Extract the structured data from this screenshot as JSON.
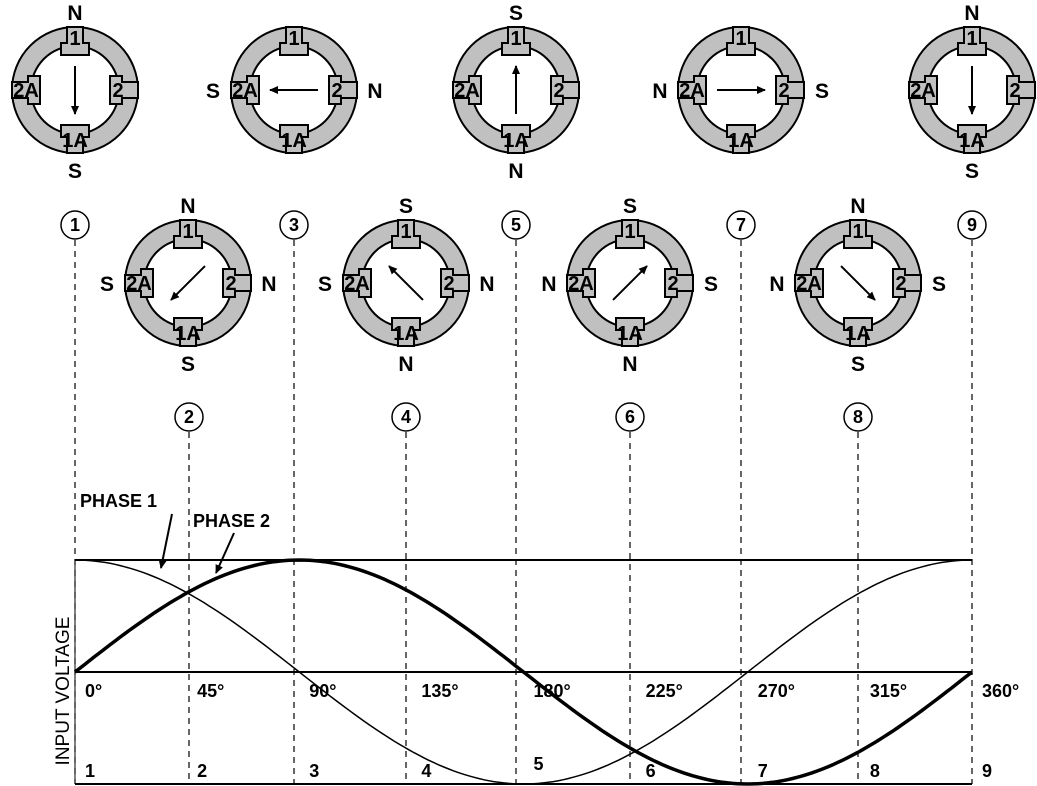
{
  "diagram": {
    "colors": {
      "stator": "#c0c0c0",
      "line": "#000000",
      "background": "#ffffff"
    },
    "coil_labels": {
      "top": "1",
      "bottom": "1A",
      "left": "2A",
      "right": "2"
    },
    "rotors": [
      {
        "step": "1",
        "top": "N",
        "bottom": "S",
        "left": "",
        "right": "",
        "angle_deg": 90
      },
      {
        "step": "2",
        "top": "N",
        "bottom": "S",
        "left": "S",
        "right": "N",
        "angle_deg": 135
      },
      {
        "step": "3",
        "top": "",
        "bottom": "",
        "left": "S",
        "right": "N",
        "angle_deg": 180
      },
      {
        "step": "4",
        "top": "S",
        "bottom": "N",
        "left": "S",
        "right": "N",
        "angle_deg": 225
      },
      {
        "step": "5",
        "top": "S",
        "bottom": "N",
        "left": "",
        "right": "",
        "angle_deg": 270
      },
      {
        "step": "6",
        "top": "S",
        "bottom": "N",
        "left": "N",
        "right": "S",
        "angle_deg": 315
      },
      {
        "step": "7",
        "top": "",
        "bottom": "",
        "left": "N",
        "right": "S",
        "angle_deg": 0
      },
      {
        "step": "8",
        "top": "N",
        "bottom": "S",
        "left": "N",
        "right": "S",
        "angle_deg": 45
      },
      {
        "step": "9",
        "top": "N",
        "bottom": "S",
        "left": "",
        "right": "",
        "angle_deg": 90
      }
    ]
  },
  "chart_data": {
    "type": "line",
    "x": [
      0,
      45,
      90,
      135,
      180,
      225,
      270,
      315,
      360
    ],
    "x_tick_labels": [
      "0°",
      "45°",
      "90°",
      "135°",
      "180°",
      "225°",
      "270°",
      "315°",
      "360°"
    ],
    "step_labels": [
      "1",
      "2",
      "3",
      "4",
      "5",
      "6",
      "7",
      "8",
      "9"
    ],
    "ylabel": "INPUT VOLTAGE",
    "xlim": [
      0,
      360
    ],
    "ylim": [
      -1,
      1
    ],
    "series": [
      {
        "name": "PHASE 1",
        "function": "cos",
        "values": [
          1,
          0.71,
          0,
          -0.71,
          -1,
          -0.71,
          0,
          0.71,
          1
        ]
      },
      {
        "name": "PHASE 2",
        "function": "sin",
        "values": [
          0,
          0.71,
          1,
          0.71,
          0,
          -0.71,
          -1,
          -0.71,
          0
        ]
      }
    ]
  }
}
